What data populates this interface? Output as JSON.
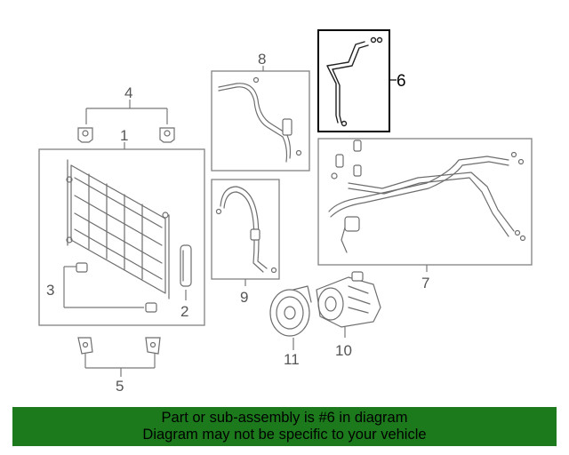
{
  "diagram": {
    "callouts": [
      {
        "id": "1",
        "text": "1"
      },
      {
        "id": "2",
        "text": "2"
      },
      {
        "id": "3",
        "text": "3"
      },
      {
        "id": "4",
        "text": "4"
      },
      {
        "id": "5",
        "text": "5"
      },
      {
        "id": "6",
        "text": "6"
      },
      {
        "id": "7",
        "text": "7"
      },
      {
        "id": "8",
        "text": "8"
      },
      {
        "id": "9",
        "text": "9"
      },
      {
        "id": "10",
        "text": "10"
      },
      {
        "id": "11",
        "text": "11"
      }
    ],
    "highlighted_part": "6",
    "colors": {
      "line_art": "#6e6e6e",
      "highlight": "#000000",
      "banner_background": "#1c7a1c",
      "banner_text": "#000000"
    }
  },
  "banner": {
    "line1": "Part or sub-assembly is #6 in diagram",
    "line2": "Diagram may not be specific to your vehicle"
  }
}
